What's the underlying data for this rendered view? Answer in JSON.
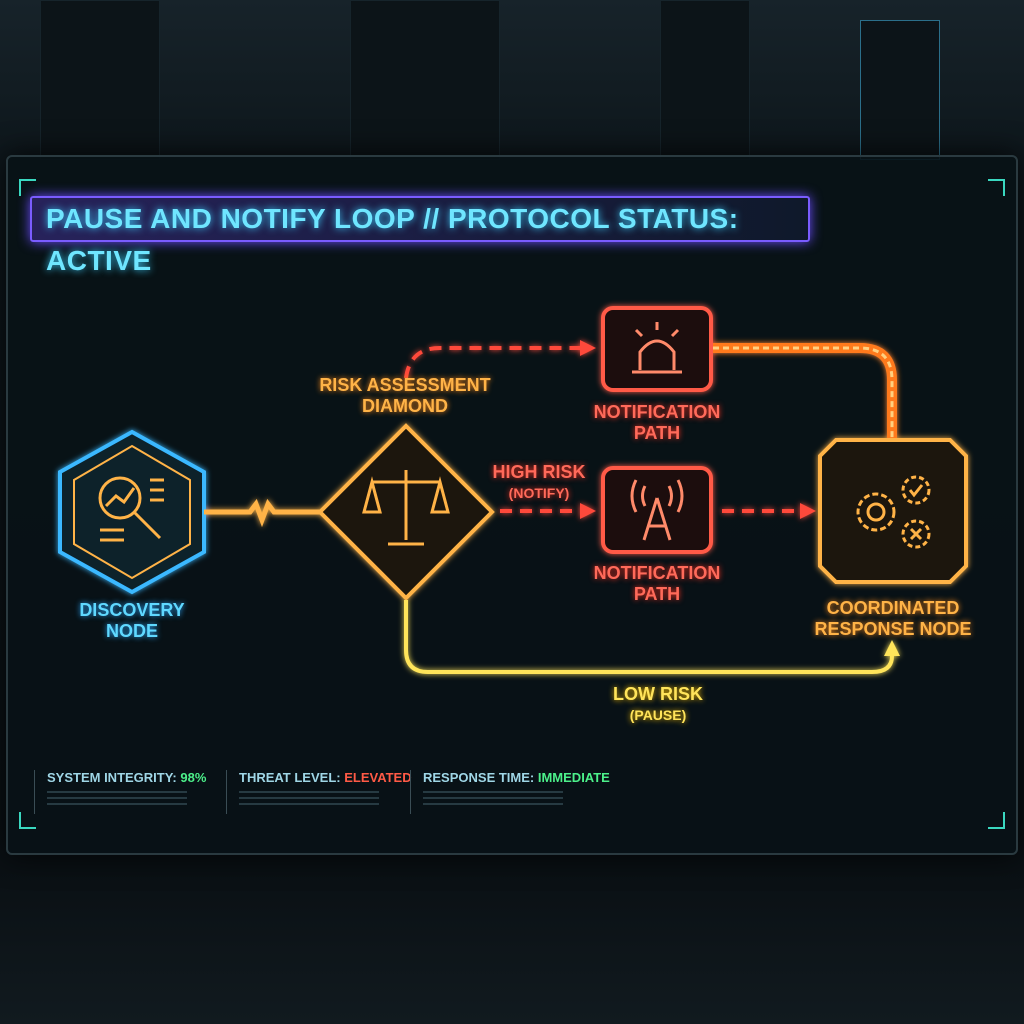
{
  "title": "PAUSE AND NOTIFY LOOP // PROTOCOL STATUS: ACTIVE",
  "nodes": {
    "discovery": {
      "label_line1": "DISCOVERY",
      "label_line2": "NODE",
      "icon": "magnifier-chart-icon"
    },
    "risk": {
      "label_line1": "RISK ASSESSMENT",
      "label_line2": "DIAMOND",
      "icon": "scales-icon"
    },
    "notify_top": {
      "label_line1": "NOTIFICATION",
      "label_line2": "PATH",
      "icon": "siren-icon"
    },
    "notify_mid": {
      "label_line1": "NOTIFICATION",
      "label_line2": "PATH",
      "icon": "radio-tower-icon"
    },
    "response": {
      "label_line1": "COORDINATED",
      "label_line2": "RESPONSE NODE",
      "icon": "gears-icon"
    }
  },
  "edges": {
    "high_risk": {
      "label_line1": "HIGH RISK",
      "label_line2": "(NOTIFY)"
    },
    "low_risk": {
      "label_line1": "LOW RISK",
      "label_line2": "(PAUSE)"
    }
  },
  "status": [
    {
      "label": "SYSTEM INTEGRITY: ",
      "value": "98%",
      "color": "#4cf08a"
    },
    {
      "label": "THREAT LEVEL: ",
      "value": "ELEVATED",
      "color": "#ff5a46"
    },
    {
      "label": "RESPONSE TIME: ",
      "value": "IMMEDIATE",
      "color": "#4cf08a"
    }
  ],
  "colors": {
    "cyan": "#5fd8ff",
    "orange": "#ffb347",
    "red": "#ff5a46",
    "yellow": "#ffe45a",
    "purple": "#7a5cff"
  }
}
